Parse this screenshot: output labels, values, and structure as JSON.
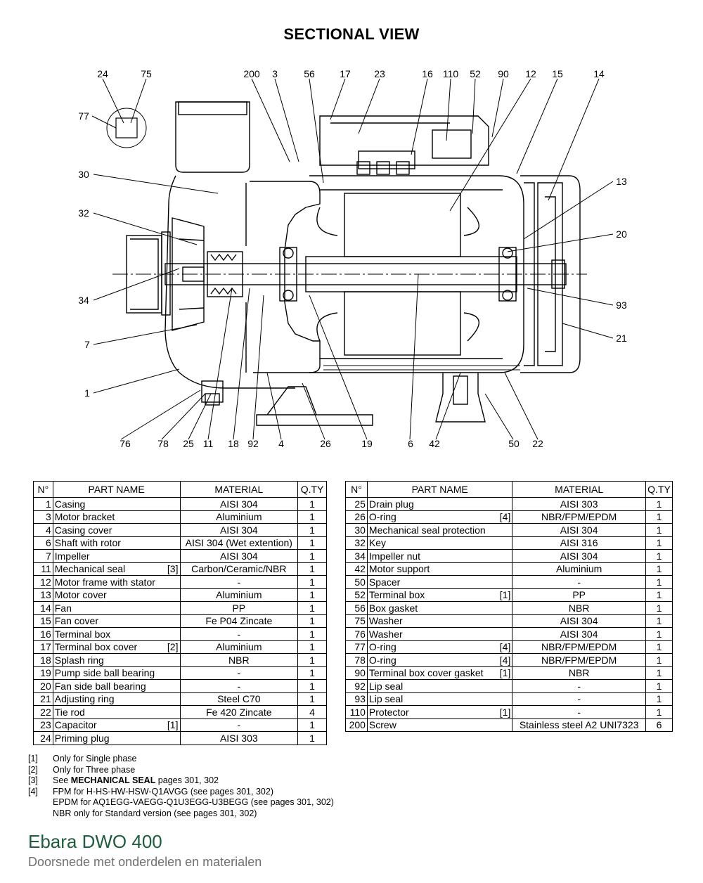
{
  "title": "SECTIONAL VIEW",
  "callouts_top": [
    "24",
    "75",
    "200",
    "3",
    "56",
    "17",
    "23",
    "16",
    "110",
    "52",
    "90",
    "12",
    "15",
    "14"
  ],
  "callouts_left": [
    "77",
    "30",
    "32",
    "34",
    "7",
    "1"
  ],
  "callouts_right": [
    "13",
    "20",
    "93",
    "21"
  ],
  "callouts_bottom": [
    "76",
    "78",
    "25",
    "11",
    "18",
    "92",
    "4",
    "26",
    "19",
    "6",
    "42",
    "50",
    "22"
  ],
  "table_headers": {
    "no": "N°",
    "name": "PART NAME",
    "material": "MATERIAL",
    "qty": "Q.TY"
  },
  "left_rows": [
    {
      "no": "1",
      "name": "Casing",
      "note": "",
      "material": "AISI 304",
      "qty": "1"
    },
    {
      "no": "3",
      "name": "Motor bracket",
      "note": "",
      "material": "Aluminium",
      "qty": "1"
    },
    {
      "no": "4",
      "name": "Casing cover",
      "note": "",
      "material": "AISI 304",
      "qty": "1"
    },
    {
      "no": "6",
      "name": "Shaft with rotor",
      "note": "",
      "material": "AISI 304 (Wet extention)",
      "qty": "1"
    },
    {
      "no": "7",
      "name": "Impeller",
      "note": "",
      "material": "AISI 304",
      "qty": "1"
    },
    {
      "no": "11",
      "name": "Mechanical seal",
      "note": "[3]",
      "material": "Carbon/Ceramic/NBR",
      "qty": "1"
    },
    {
      "no": "12",
      "name": "Motor frame with stator",
      "note": "",
      "material": "-",
      "qty": "1"
    },
    {
      "no": "13",
      "name": "Motor cover",
      "note": "",
      "material": "Aluminium",
      "qty": "1"
    },
    {
      "no": "14",
      "name": "Fan",
      "note": "",
      "material": "PP",
      "qty": "1"
    },
    {
      "no": "15",
      "name": "Fan cover",
      "note": "",
      "material": "Fe P04 Zincate",
      "qty": "1"
    },
    {
      "no": "16",
      "name": "Terminal box",
      "note": "",
      "material": "-",
      "qty": "1"
    },
    {
      "no": "17",
      "name": "Terminal box cover",
      "note": "[2]",
      "material": "Aluminium",
      "qty": "1"
    },
    {
      "no": "18",
      "name": "Splash ring",
      "note": "",
      "material": "NBR",
      "qty": "1"
    },
    {
      "no": "19",
      "name": "Pump side ball bearing",
      "note": "",
      "material": "-",
      "qty": "1"
    },
    {
      "no": "20",
      "name": "Fan side ball bearing",
      "note": "",
      "material": "-",
      "qty": "1"
    },
    {
      "no": "21",
      "name": "Adjusting ring",
      "note": "",
      "material": "Steel C70",
      "qty": "1"
    },
    {
      "no": "22",
      "name": "Tie rod",
      "note": "",
      "material": "Fe 420 Zincate",
      "qty": "4"
    },
    {
      "no": "23",
      "name": "Capacitor",
      "note": "[1]",
      "material": "-",
      "qty": "1"
    },
    {
      "no": "24",
      "name": "Priming plug",
      "note": "",
      "material": "AISI 303",
      "qty": "1"
    }
  ],
  "right_rows": [
    {
      "no": "25",
      "name": "Drain plug",
      "note": "",
      "material": "AISI 303",
      "qty": "1"
    },
    {
      "no": "26",
      "name": "O-ring",
      "note": "[4]",
      "material": "NBR/FPM/EPDM",
      "qty": "1"
    },
    {
      "no": "30",
      "name": "Mechanical seal protection",
      "note": "",
      "material": "AISI 304",
      "qty": "1"
    },
    {
      "no": "32",
      "name": "Key",
      "note": "",
      "material": "AISI 316",
      "qty": "1"
    },
    {
      "no": "34",
      "name": "Impeller nut",
      "note": "",
      "material": "AISI 304",
      "qty": "1"
    },
    {
      "no": "42",
      "name": "Motor support",
      "note": "",
      "material": "Aluminium",
      "qty": "1"
    },
    {
      "no": "50",
      "name": "Spacer",
      "note": "",
      "material": "-",
      "qty": "1"
    },
    {
      "no": "52",
      "name": "Terminal box",
      "note": "[1]",
      "material": "PP",
      "qty": "1"
    },
    {
      "no": "56",
      "name": "Box gasket",
      "note": "",
      "material": "NBR",
      "qty": "1"
    },
    {
      "no": "75",
      "name": "Washer",
      "note": "",
      "material": "AISI 304",
      "qty": "1"
    },
    {
      "no": "76",
      "name": "Washer",
      "note": "",
      "material": "AISI 304",
      "qty": "1"
    },
    {
      "no": "77",
      "name": "O-ring",
      "note": "[4]",
      "material": "NBR/FPM/EPDM",
      "qty": "1"
    },
    {
      "no": "78",
      "name": "O-ring",
      "note": "[4]",
      "material": "NBR/FPM/EPDM",
      "qty": "1"
    },
    {
      "no": "90",
      "name": "Terminal box cover gasket",
      "note": "[1]",
      "material": "NBR",
      "qty": "1"
    },
    {
      "no": "92",
      "name": "Lip seal",
      "note": "",
      "material": "-",
      "qty": "1"
    },
    {
      "no": "93",
      "name": "Lip seal",
      "note": "",
      "material": "-",
      "qty": "1"
    },
    {
      "no": "110",
      "name": "Protector",
      "note": "[1]",
      "material": "-",
      "qty": "1"
    },
    {
      "no": "200",
      "name": "Screw",
      "note": "",
      "material": "Stainless steel A2 UNI7323",
      "qty": "6"
    }
  ],
  "notes": [
    {
      "key": "[1]",
      "lines": [
        "Only for Single phase"
      ]
    },
    {
      "key": "[2]",
      "lines": [
        "Only for Three phase"
      ]
    },
    {
      "key": "[3]",
      "prefix": "See ",
      "bold": "MECHANICAL SEAL",
      "suffix": " pages 301, 302"
    },
    {
      "key": "[4]",
      "lines": [
        "FPM for H-HS-HW-HSW-Q1AVGG (see pages 301, 302)",
        "EPDM for AQ1EGG-VAEGG-Q1U3EGG-U3BEGG (see pages 301, 302)",
        "NBR only for Standard version (see pages 301, 302)"
      ]
    }
  ],
  "footer": {
    "title": "Ebara DWO 400",
    "subtitle": "Doorsnede met onderdelen en materialen",
    "title_color": "#1f5d3e",
    "subtitle_color": "#707070"
  }
}
